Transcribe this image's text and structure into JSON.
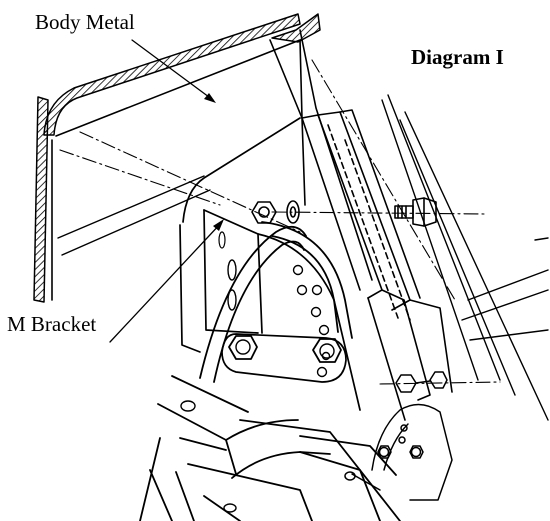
{
  "diagram": {
    "title": "Diagram I",
    "callouts": {
      "body_metal": "Body Metal",
      "m_bracket": "M Bracket"
    }
  },
  "colors": {
    "ink": "#000000",
    "paper": "#ffffff"
  }
}
